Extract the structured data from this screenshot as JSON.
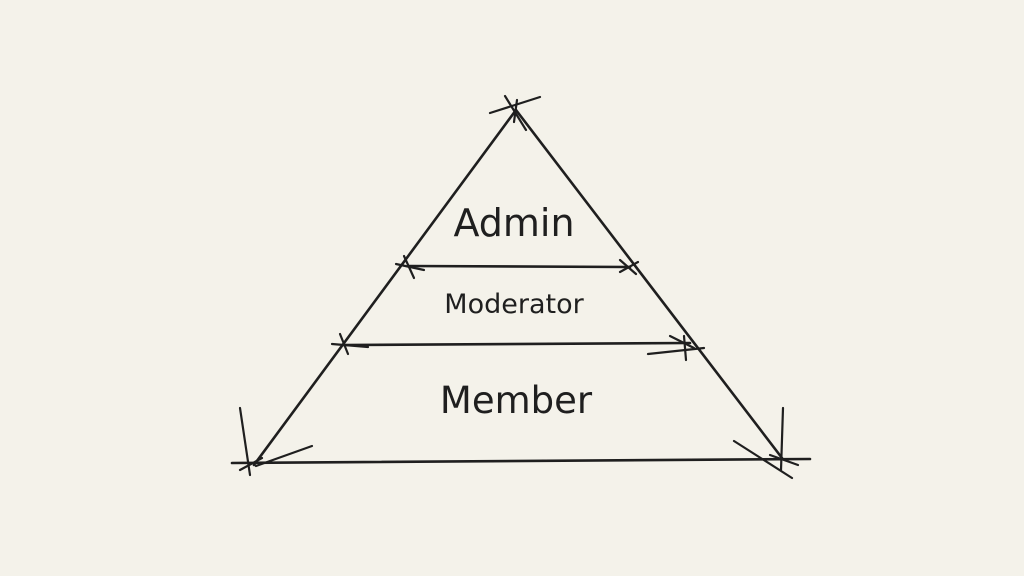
{
  "diagram": {
    "tiers": [
      {
        "label": "Admin"
      },
      {
        "label": "Moderator"
      },
      {
        "label": "Member"
      }
    ],
    "colors": {
      "background": "#f4f2ea",
      "ink": "#1f1f1f"
    }
  }
}
